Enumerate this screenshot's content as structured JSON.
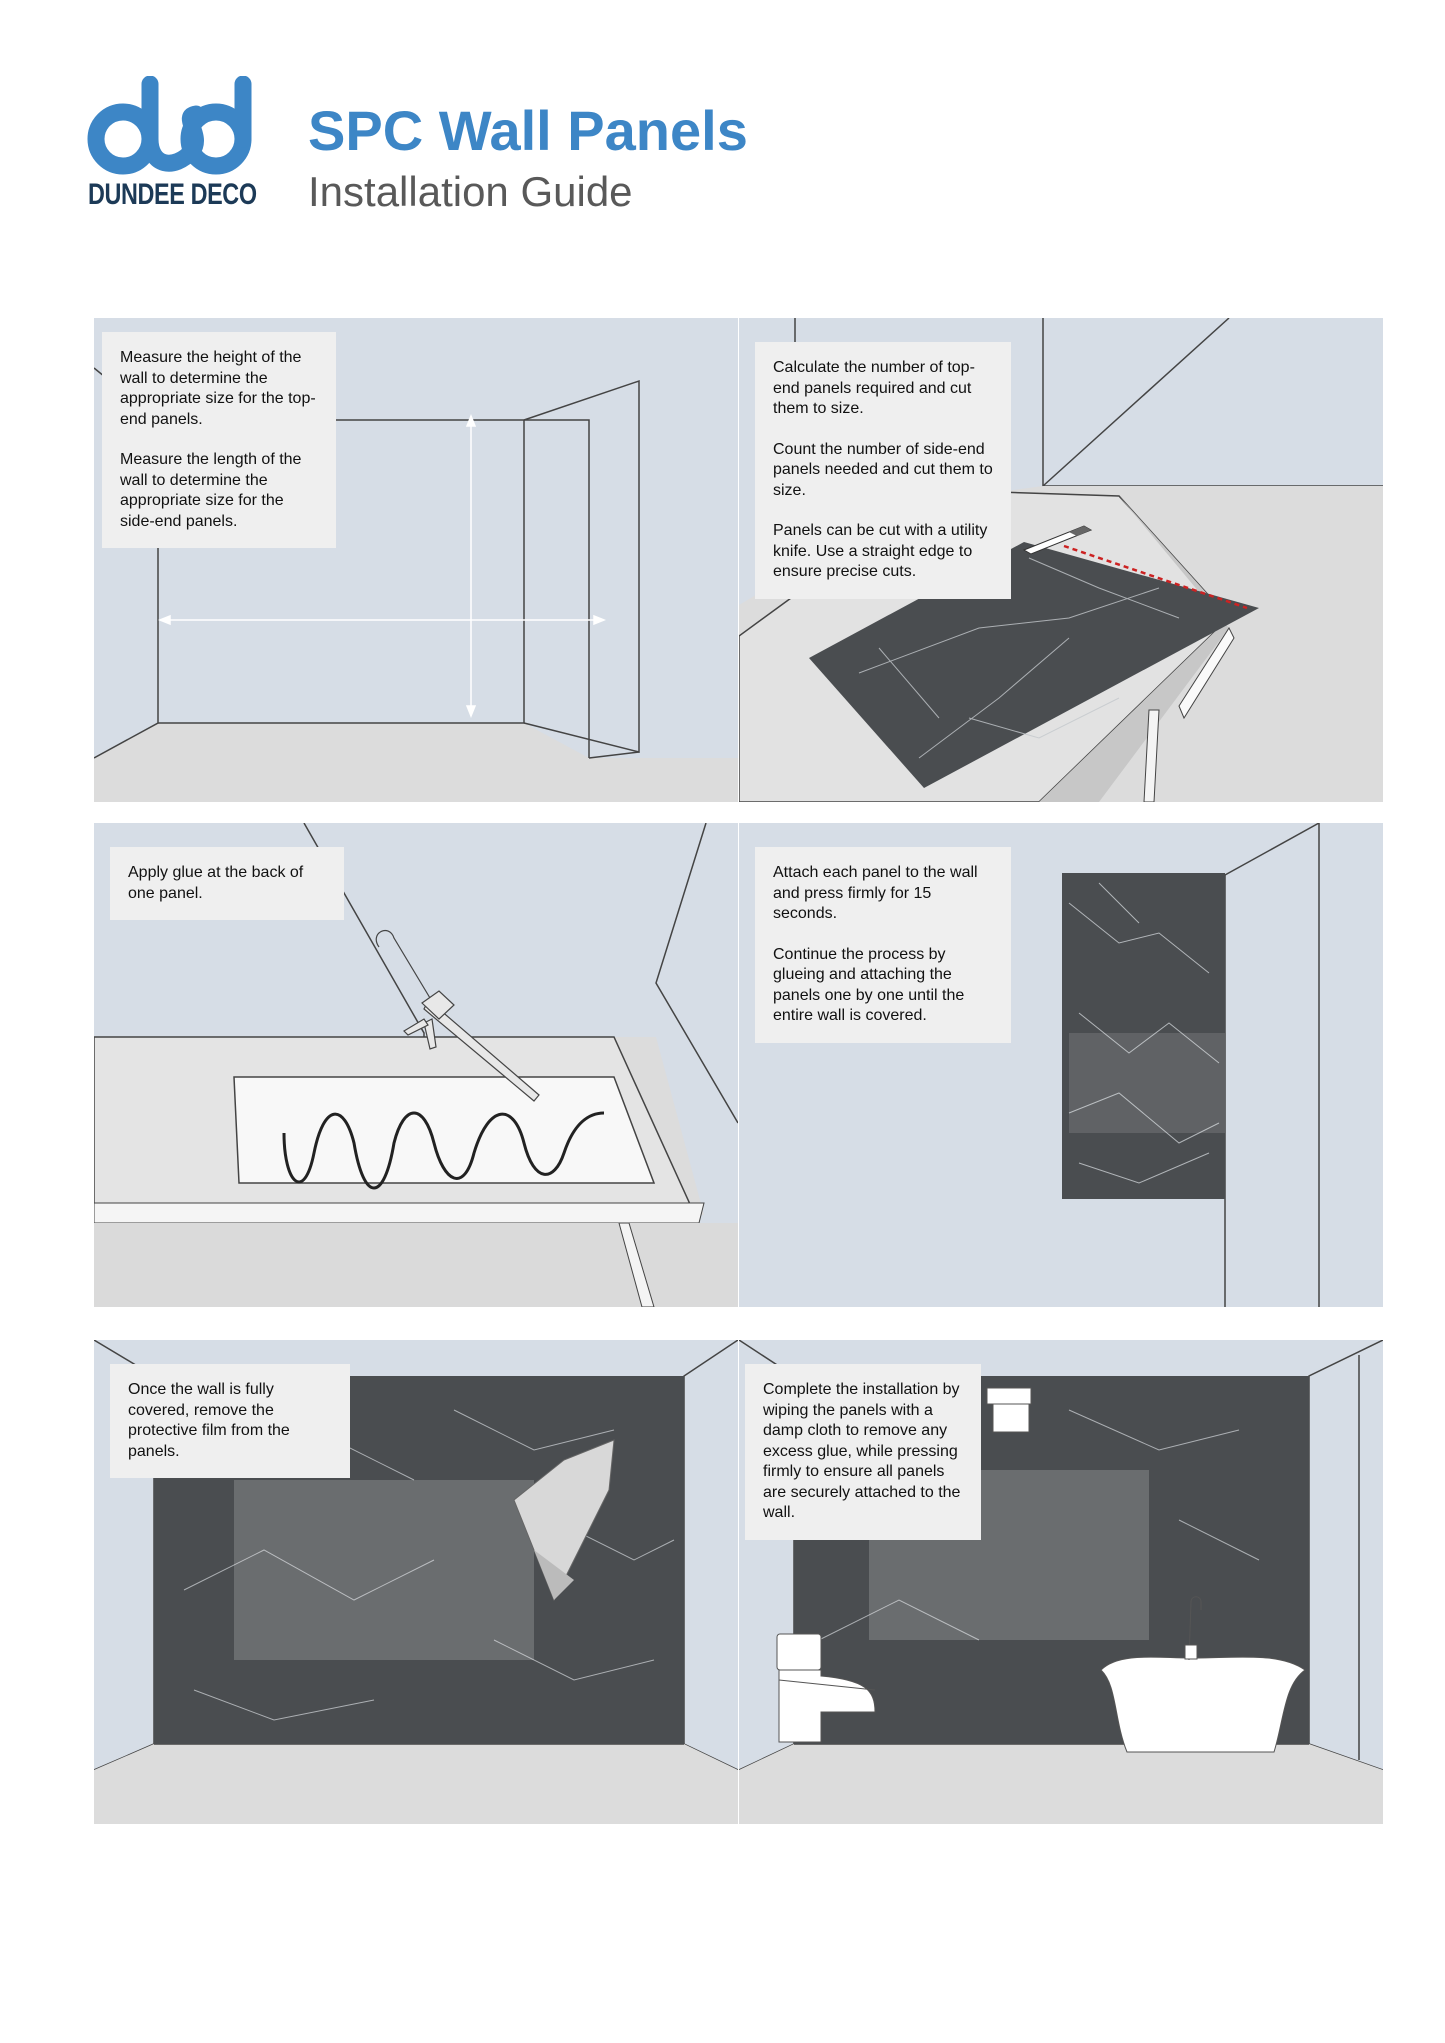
{
  "header": {
    "brand": "DUNDEE DECO",
    "title": "SPC Wall Panels",
    "subtitle": "Installation Guide"
  },
  "colors": {
    "logo_blue": "#3d86c6",
    "brand_text": "#1c3a57",
    "wall": "#d6dde6",
    "floor": "#dcdcdc",
    "marble": "#4a4d50",
    "caption_bg": "#efefef",
    "cut_line": "#cc2222"
  },
  "steps": [
    {
      "illustration": "wall-measurement-arrows-icon",
      "paragraphs": [
        "Measure the height of the wall to determine the appropriate size for the top-end panels.",
        "Measure the length of the wall to determine the appropriate size for the side-end panels."
      ]
    },
    {
      "illustration": "panel-cutting-knife-icon",
      "paragraphs": [
        "Calculate the number of top-end panels required and cut them to size.",
        "Count the number of side-end panels needed and cut them to size.",
        "Panels can be cut with a utility knife. Use a straight edge to ensure precise cuts."
      ]
    },
    {
      "illustration": "glue-gun-icon",
      "paragraphs": [
        "Apply glue at the back of one panel."
      ]
    },
    {
      "illustration": "panel-on-wall-icon",
      "paragraphs": [
        "Attach each panel to the wall and press firmly for 15 seconds.",
        "Continue the process by glueing and attaching the panels one by one until the entire wall is covered."
      ]
    },
    {
      "illustration": "peeling-film-icon",
      "paragraphs": [
        "Once the wall is fully covered, remove the protective film from the panels."
      ]
    },
    {
      "illustration": "finished-bathroom-icon",
      "paragraphs": [
        "Complete the installation by wiping the panels with a damp cloth to remove any excess glue, while pressing firmly to ensure all panels are securely attached to the wall."
      ]
    }
  ]
}
